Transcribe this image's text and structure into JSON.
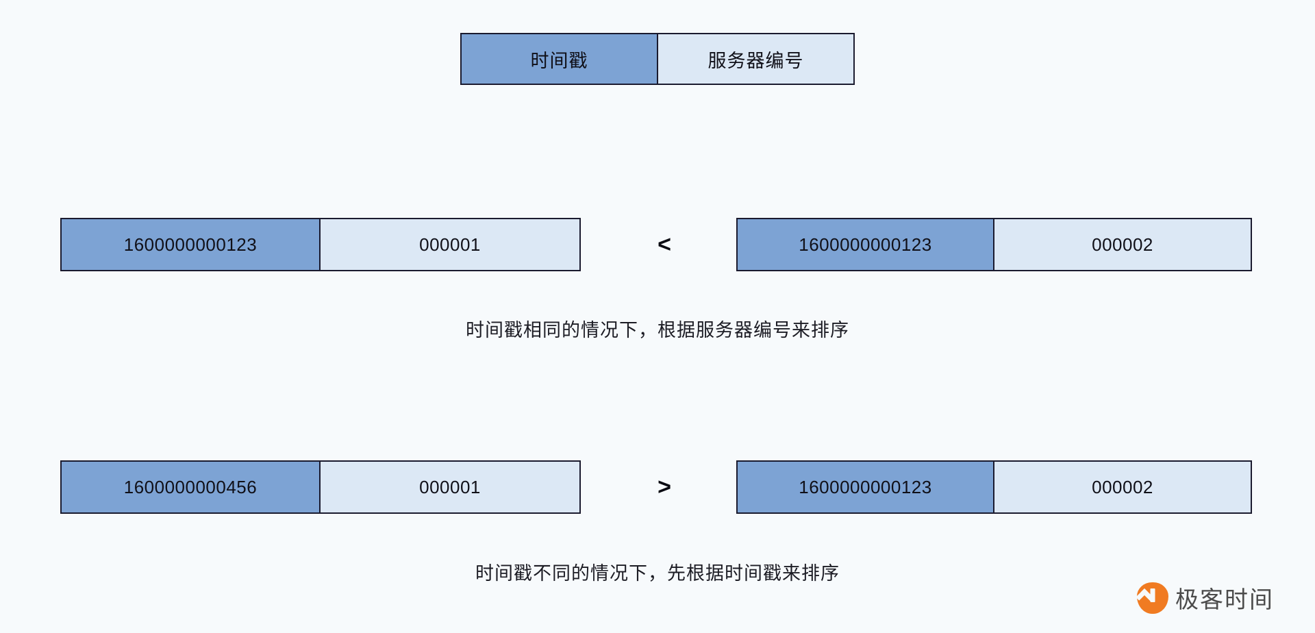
{
  "theme": {
    "background": "#f7fafc",
    "timestamp_fill": "#7da3d4",
    "server_id_fill": "#dce8f5",
    "border": "#1a1a2e",
    "text": "#101018",
    "watermark_orange": "#f07b22",
    "watermark_gray": "#4b4b4b"
  },
  "legend": {
    "timestamp_label": "时间戳",
    "server_id_label": "服务器编号"
  },
  "comparisons": [
    {
      "left": {
        "timestamp": "1600000000123",
        "server_id": "000001"
      },
      "operator": "<",
      "right": {
        "timestamp": "1600000000123",
        "server_id": "000002"
      },
      "caption": "时间戳相同的情况下，根据服务器编号来排序"
    },
    {
      "left": {
        "timestamp": "1600000000456",
        "server_id": "000001"
      },
      "operator": ">",
      "right": {
        "timestamp": "1600000000123",
        "server_id": "000002"
      },
      "caption": "时间戳不同的情况下，先根据时间戳来排序"
    }
  ],
  "watermark": {
    "text": "极客时间",
    "icon": "geektime-logo-icon"
  }
}
